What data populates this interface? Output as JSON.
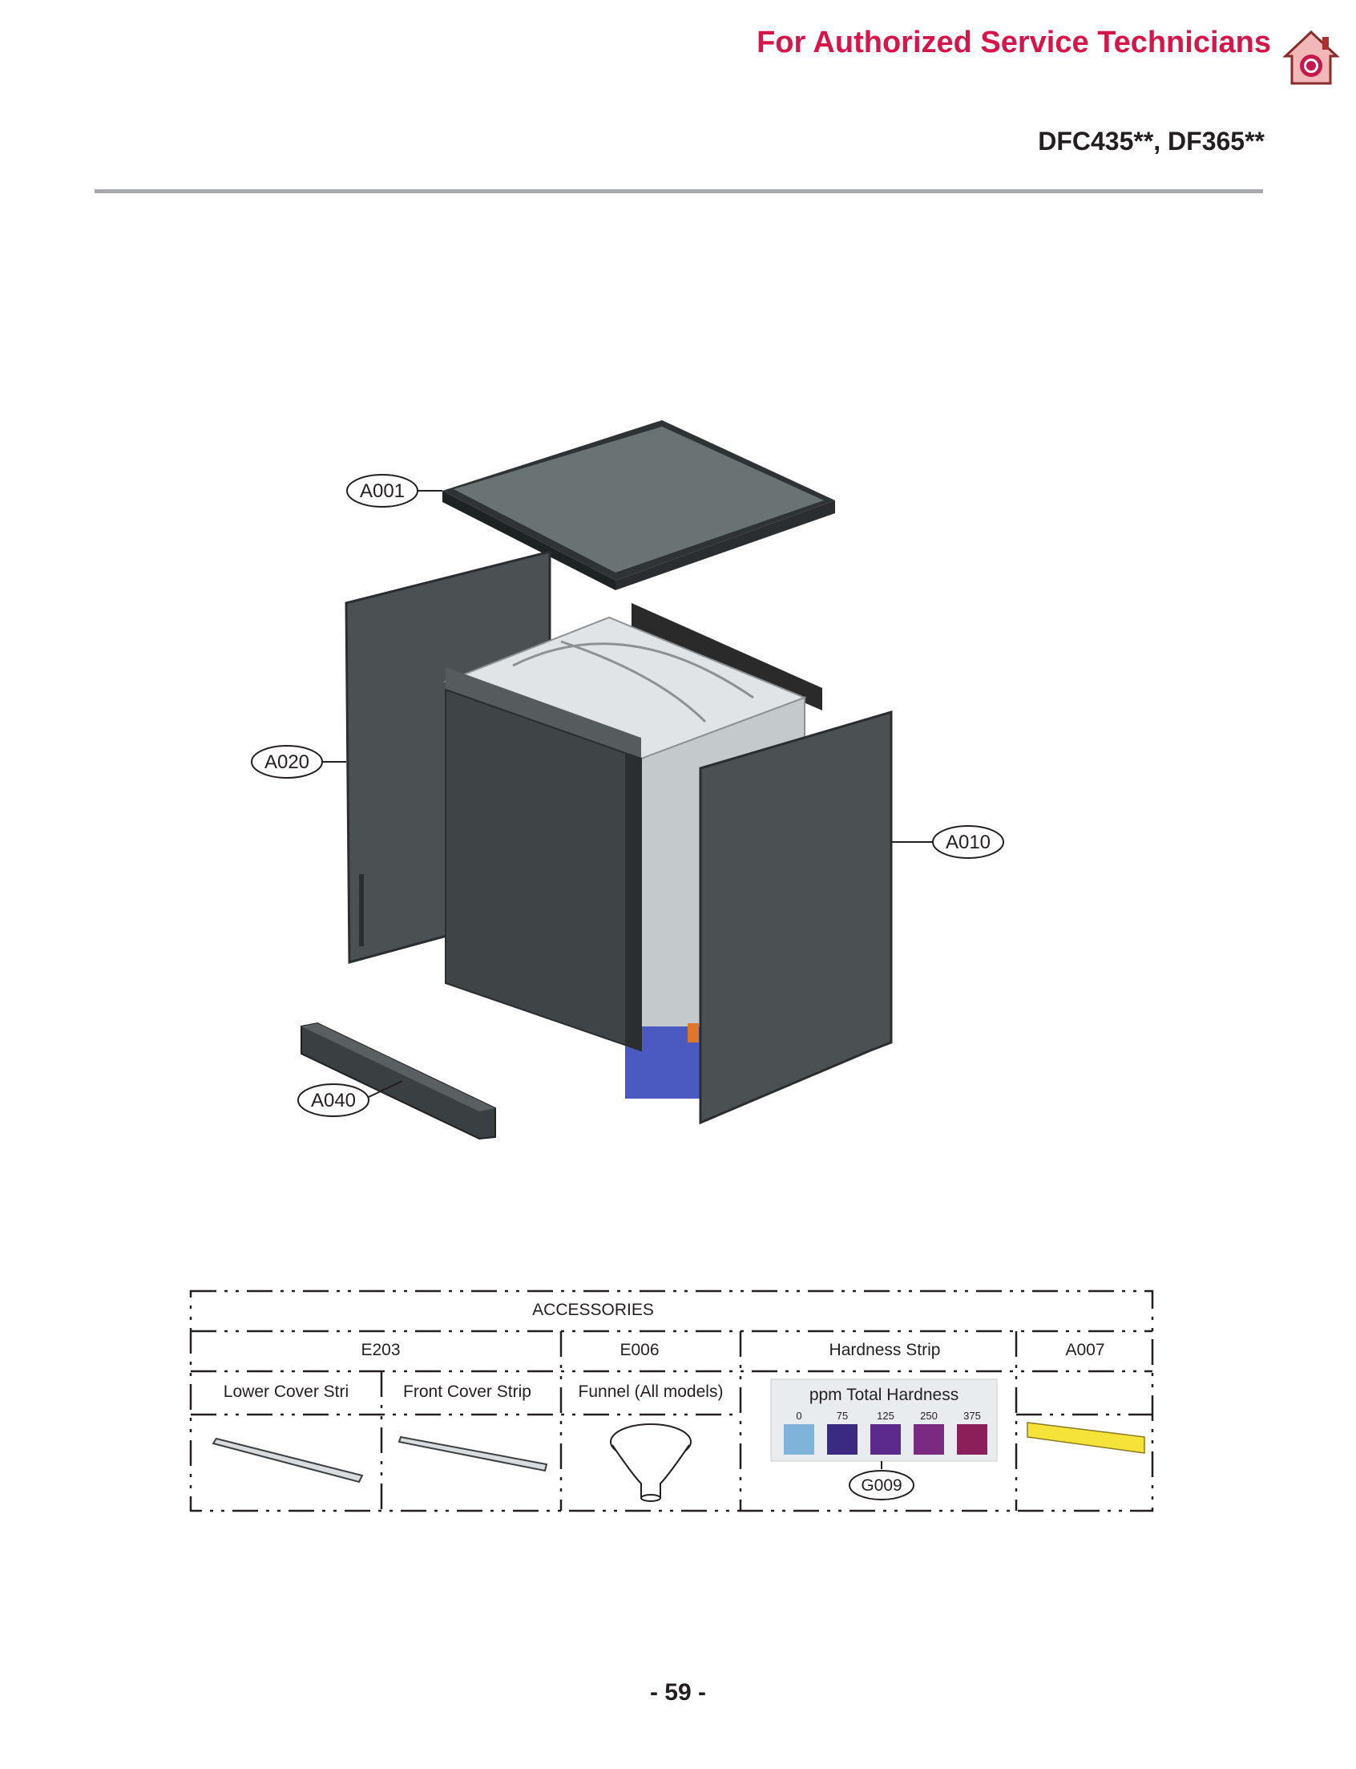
{
  "header": {
    "title": "For Authorized Service Technicians",
    "model": "DFC435**, DF365**",
    "logo_icon": "lg-home-icon"
  },
  "diagram": {
    "callouts": [
      "A001",
      "A020",
      "A010",
      "A040"
    ]
  },
  "accessories": {
    "title": "ACCESSORIES",
    "groups": [
      "E203",
      "E006",
      "Hardness Strip",
      "A007"
    ],
    "items": [
      "Lower Cover Stri",
      "Front Cover Strip",
      "Funnel (All models)"
    ],
    "hardness_chart": {
      "title": "ppm Total Hardness",
      "levels": [
        "0",
        "75",
        "125",
        "250",
        "375"
      ],
      "colors": [
        "#7fb3d9",
        "#3a2a80",
        "#5b2a8a",
        "#7a2a80",
        "#8a1f5a"
      ],
      "callout": "G009"
    }
  },
  "footer": {
    "page": "- 59 -"
  }
}
